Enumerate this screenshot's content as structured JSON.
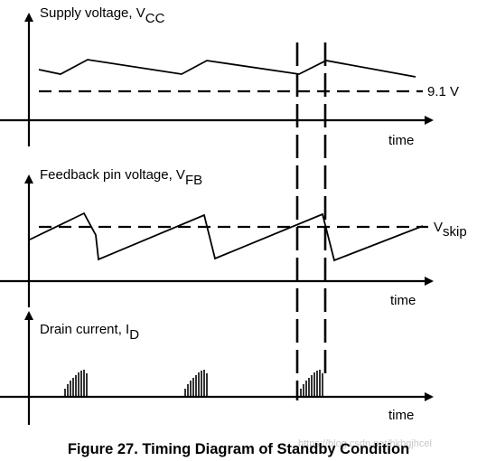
{
  "panels": {
    "vcc": {
      "label_main": "Supply voltage, V",
      "label_sub": "CC",
      "threshold_label": "9.1 V",
      "time_label": "time"
    },
    "vfb": {
      "label_main": "Feedback pin voltage, V",
      "label_sub": "FB",
      "threshold_main": "V",
      "threshold_sub": "skip",
      "time_label": "time"
    },
    "id": {
      "label_main": "Drain current, I",
      "label_sub": "D",
      "time_label": "time"
    }
  },
  "caption": "Figure 27. Timing Diagram of Standby Condition",
  "watermark": "https://blog.csdn.net/hkbgjhcel"
}
